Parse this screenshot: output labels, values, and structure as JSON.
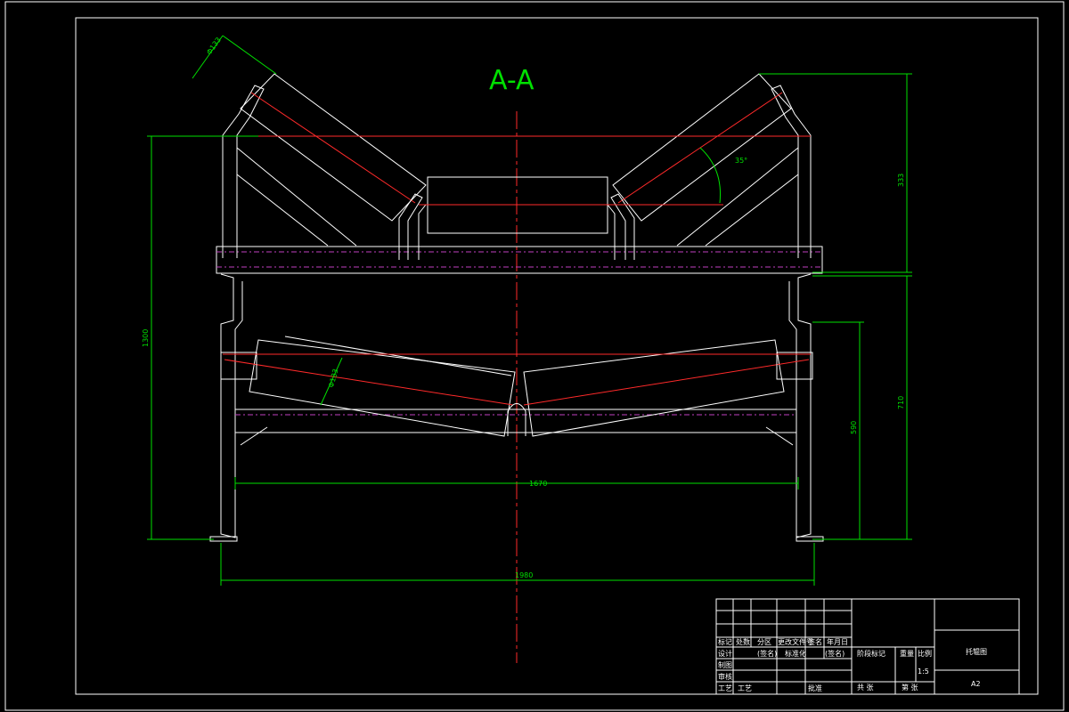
{
  "section_title": "A-A",
  "dimensions": {
    "side_roll_dia": "Φ133",
    "bottom_roll_dia": "Φ133",
    "trough_angle": "35°",
    "upper_height": "333",
    "total_height": "1300",
    "right_lower": "710",
    "right_inner": "590",
    "inner_span": "1670",
    "outer_span": "1980"
  },
  "title_block": {
    "drawing_name": "托辊图",
    "sheet_size": "A2",
    "scale": "1:5",
    "revision_cells": [
      "标记",
      "处数",
      "分区",
      "更改文件号",
      "签名",
      "年月日"
    ],
    "row_design": "设计",
    "row_design_sign": "(签名)",
    "row_standard": "标准化",
    "row_standard_sign": "(签名)",
    "row_draw": "制图",
    "row_check": "审核",
    "row_process": "工艺",
    "row_approve": "批准",
    "col_stage": "阶段标记",
    "col_weight": "重量",
    "col_scale": "比例",
    "total_sheets": "共  张",
    "sheet_no": "第  张",
    "process_2": "工艺"
  }
}
